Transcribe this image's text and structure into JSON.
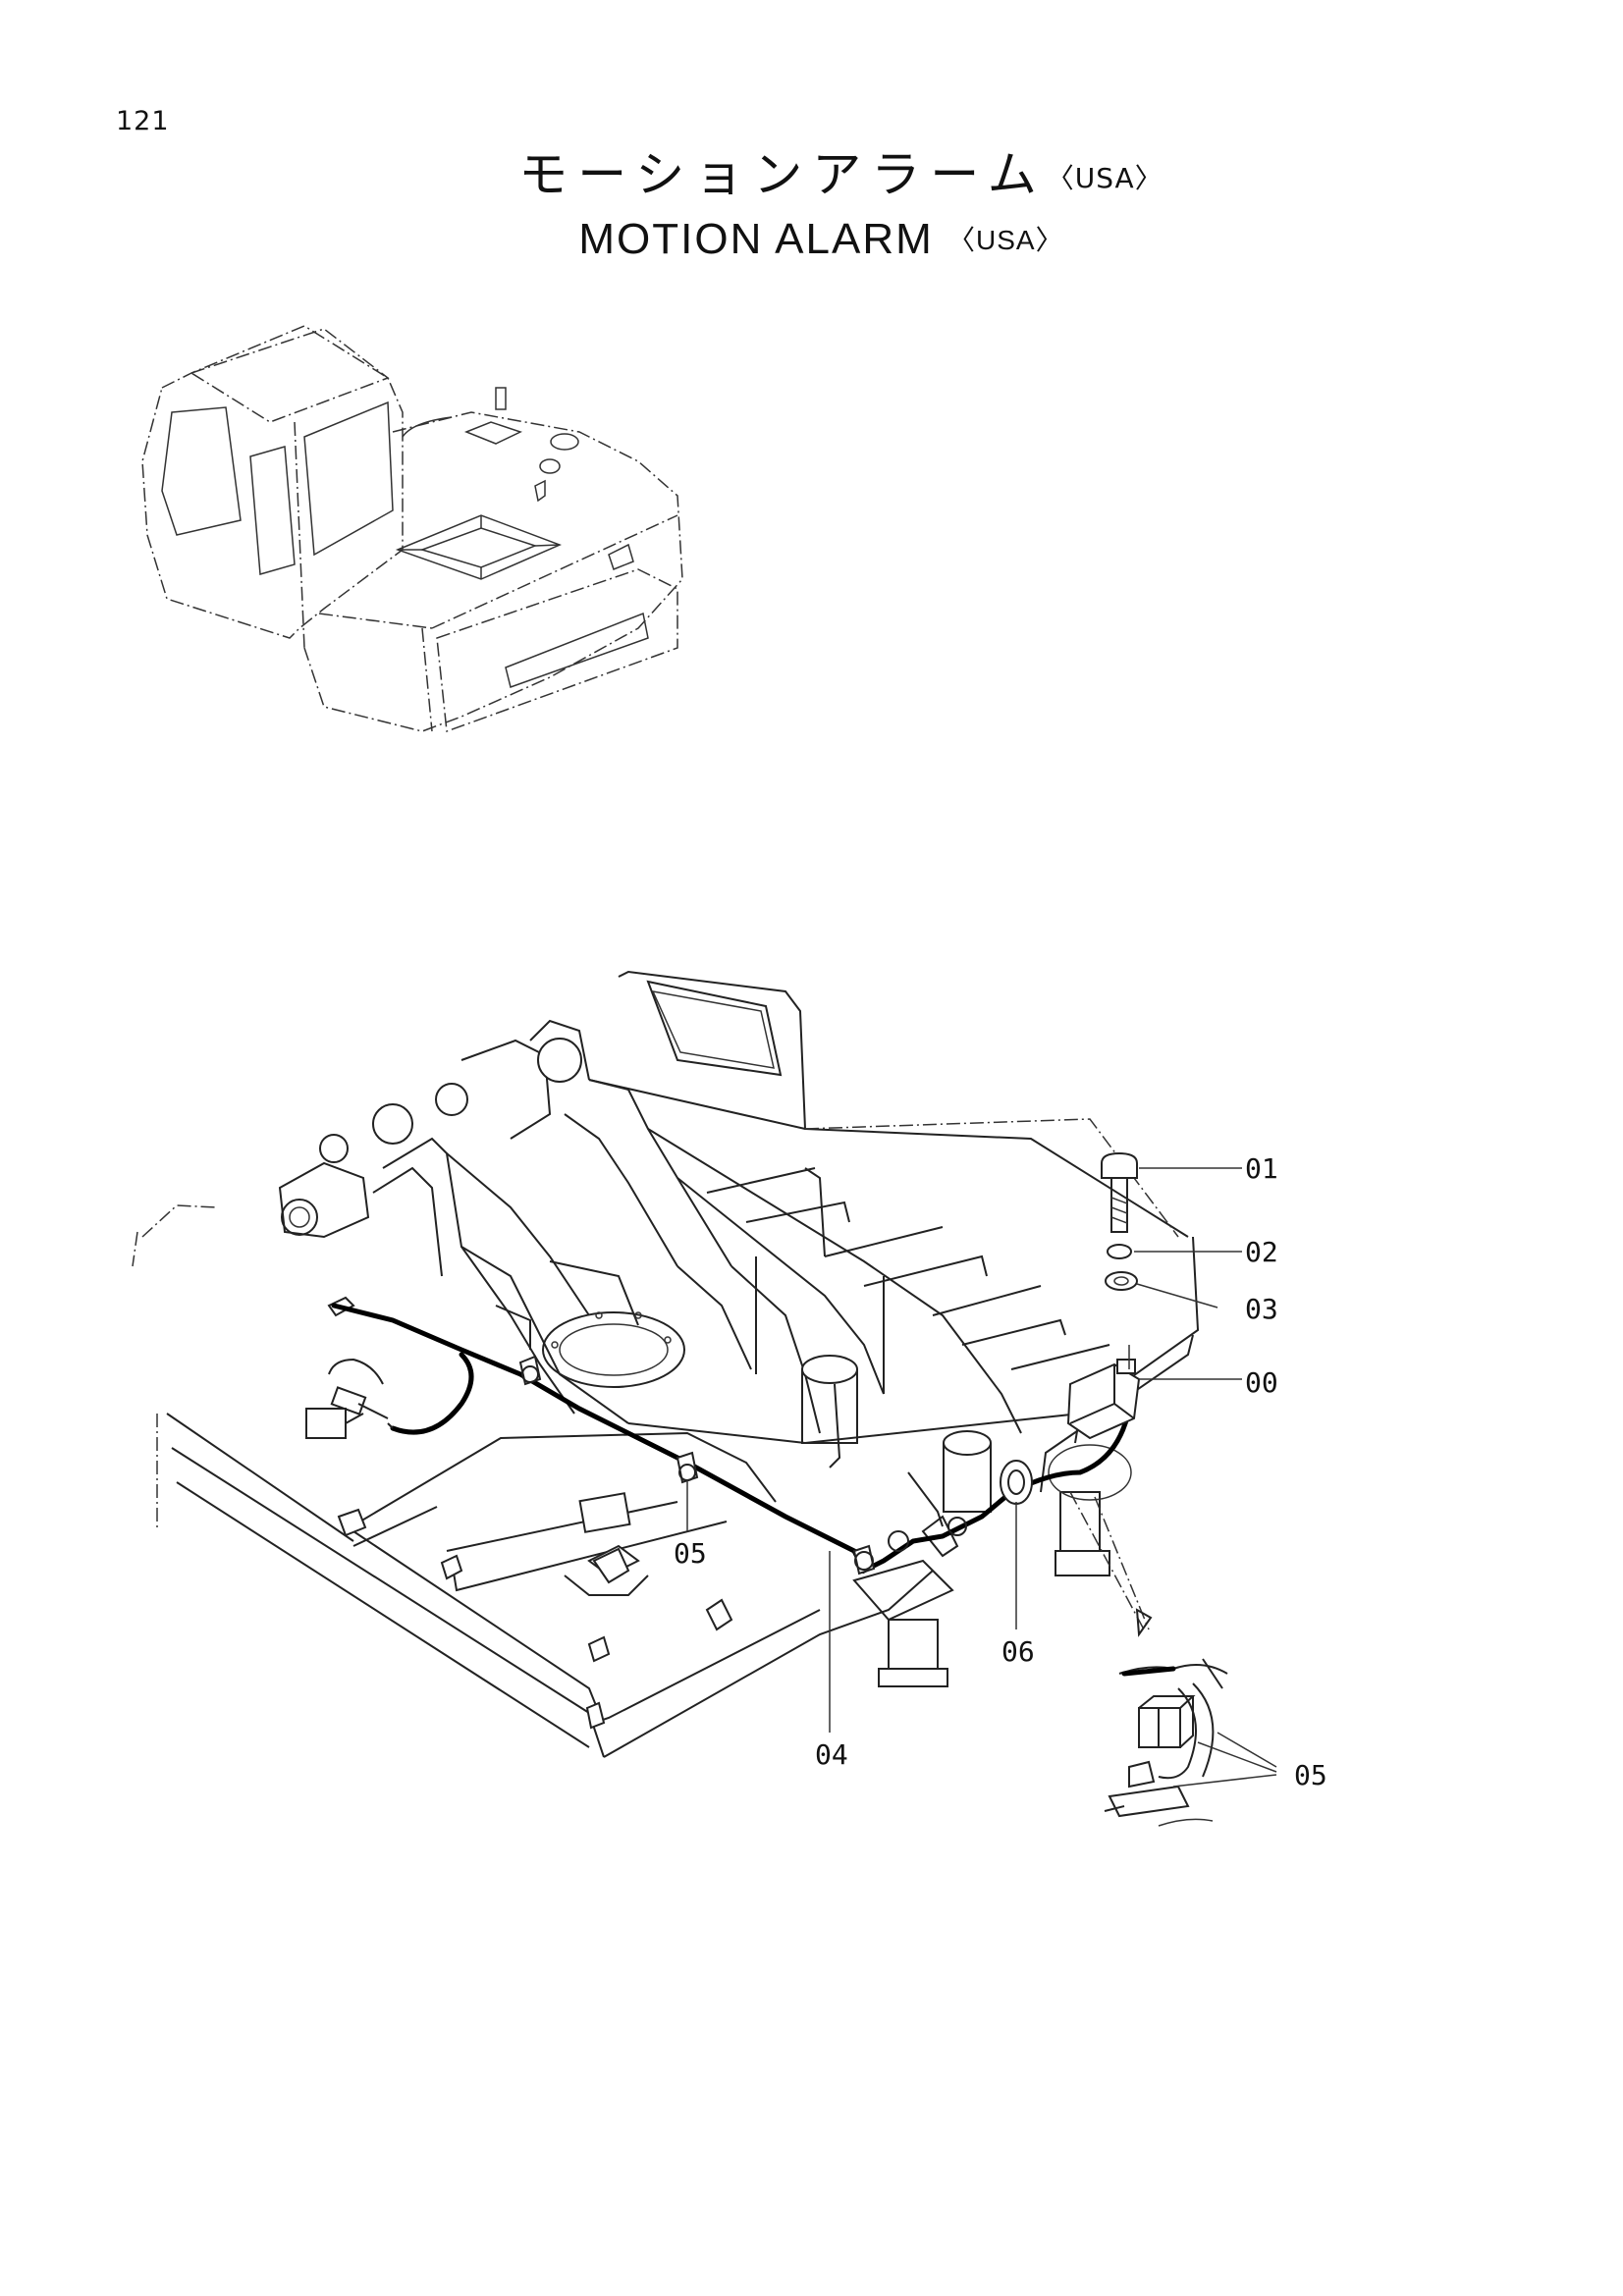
{
  "page": {
    "number": "121"
  },
  "title": {
    "japanese": "モーションアラーム",
    "japanese_suffix": "〈USA〉",
    "english": "MOTION  ALARM",
    "english_suffix": "〈USA〉"
  },
  "callouts": {
    "c01": "01",
    "c02": "02",
    "c03": "03",
    "c00": "00",
    "c05_left": "05",
    "c06": "06",
    "c04": "04",
    "c05_detail": "05"
  }
}
